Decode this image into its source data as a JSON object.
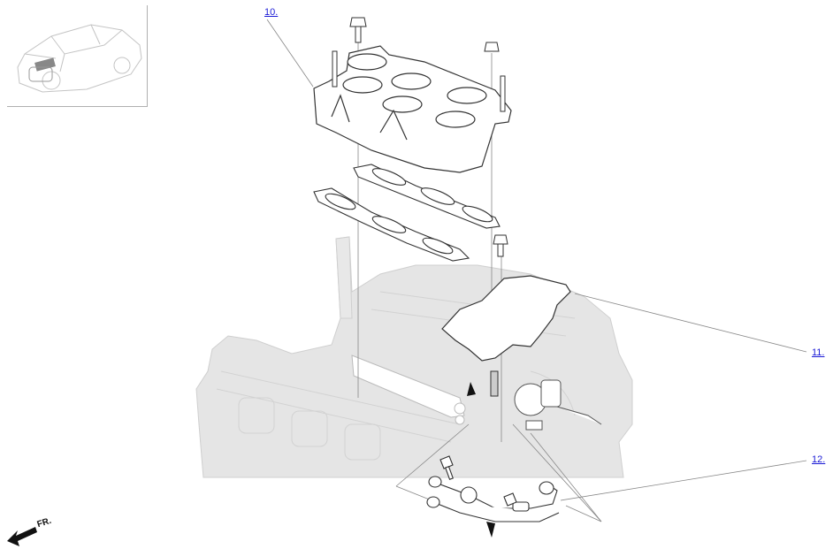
{
  "diagram": {
    "type": "exploded-parts-view",
    "subject": "Intake manifold assembly",
    "callouts": [
      {
        "id": "10",
        "label": "10.",
        "part": "upper intake manifold"
      },
      {
        "id": "11",
        "label": "11.",
        "part": "manifold bracket"
      },
      {
        "id": "12",
        "label": "12.",
        "part": "fuel feed pipe"
      }
    ],
    "orientation_label": "FR.",
    "colors": {
      "link": "#1a1ad6",
      "engine_fill": "#e4e4e4",
      "engine_stroke": "#c8c8c8",
      "part_stroke": "#333333",
      "leader": "#888888"
    }
  },
  "thumbnail": {
    "depicts": "vehicle location overview"
  }
}
